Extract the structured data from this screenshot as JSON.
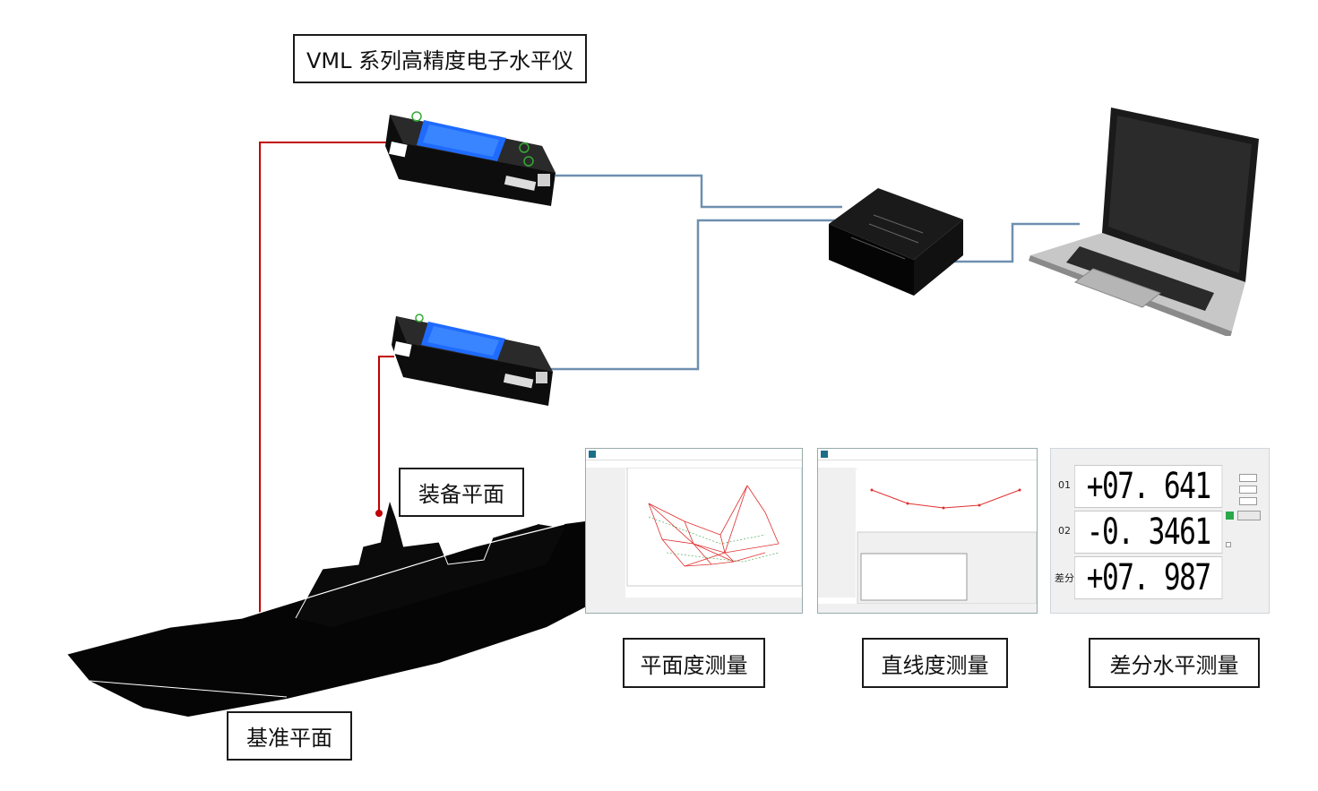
{
  "labels": {
    "device_title": "VML 系列高精度电子水平仪",
    "equipment_plane": "装备平面",
    "reference_plane": "基准平面",
    "flatness": "平面度测量",
    "straightness": "直线度测量",
    "differential": "差分水平测量"
  },
  "differential_panel": {
    "rows": [
      {
        "channel": "01",
        "value": "+07. 641"
      },
      {
        "channel": "02",
        "value": "-0. 3461"
      },
      {
        "channel": "差分",
        "value": "+07. 987"
      }
    ]
  },
  "colors": {
    "laser_line": "#c00000",
    "cable": "#6f8fb0",
    "level_body": "#111111",
    "lcd": "#2f7cff"
  }
}
